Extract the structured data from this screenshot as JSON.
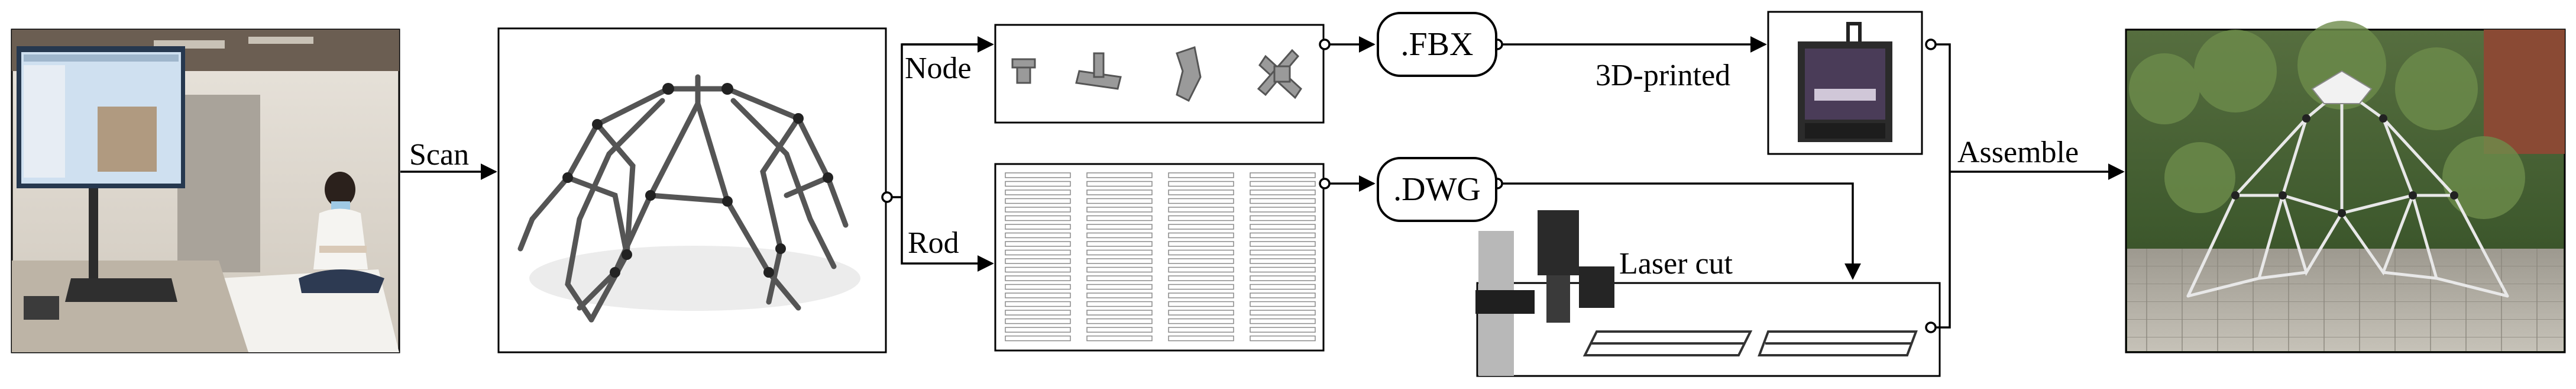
{
  "labels": {
    "scan": "Scan",
    "node": "Node",
    "rod": "Rod",
    "fbx": ".FBX",
    "dwg": ".DWG",
    "printed": "3D-printed",
    "laser": "Laser cut",
    "assemble": "Assemble"
  },
  "images": {
    "scan_photo": "person-scanning-room-photo",
    "model_render": "canopy-structure-3d-model",
    "node_parts": "node-parts-row",
    "rod_sheets": "rod-cut-sheets",
    "printer": "3d-printer-photo",
    "laser_cutter": "laser-cutter-photo",
    "final_structure": "assembled-structure-outdoor-photo"
  },
  "colors": {
    "line": "#000000",
    "foliage": "#3f5a2e",
    "ground": "#b8b3a8"
  }
}
